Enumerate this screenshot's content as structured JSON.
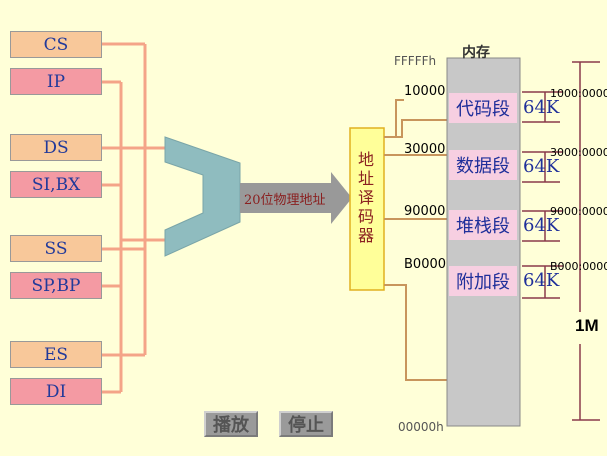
{
  "registers": [
    {
      "label": "CS",
      "kind": "segment"
    },
    {
      "label": "IP",
      "kind": "offset"
    },
    {
      "label": "DS",
      "kind": "segment"
    },
    {
      "label": "SI,BX",
      "kind": "offset"
    },
    {
      "label": "SS",
      "kind": "segment"
    },
    {
      "label": "SP,BP",
      "kind": "offset"
    },
    {
      "label": "ES",
      "kind": "segment"
    },
    {
      "label": "DI",
      "kind": "offset"
    }
  ],
  "adder_output": "20位物理地址",
  "decoder_label": "地址译码器",
  "memory": {
    "title": "内存",
    "top_address": "FFFFFh",
    "bottom_address": "00000h",
    "total": "1M",
    "segments": [
      {
        "name": "代码段",
        "start": "10000",
        "size": "64K",
        "far": "1000:0000"
      },
      {
        "name": "数据段",
        "start": "30000",
        "size": "64K",
        "far": "3000:0000"
      },
      {
        "name": "堆栈段",
        "start": "90000",
        "size": "64K",
        "far": "9000:0000"
      },
      {
        "name": "附加段",
        "start": "B0000",
        "size": "64K",
        "far": "B000:0000"
      }
    ]
  },
  "controls": {
    "play": "播放",
    "stop": "停止"
  },
  "colors": {
    "background": "#ffffd8",
    "segment_register": "#f8c89a",
    "offset_register": "#f49aa3",
    "bus_line": "#f4a488",
    "adder": "#8fbcbf",
    "decoder": "#ffff99",
    "memory": "#c8c8c8",
    "segment_block": "#f7cfe1",
    "text_blue": "#1f2f9a"
  }
}
